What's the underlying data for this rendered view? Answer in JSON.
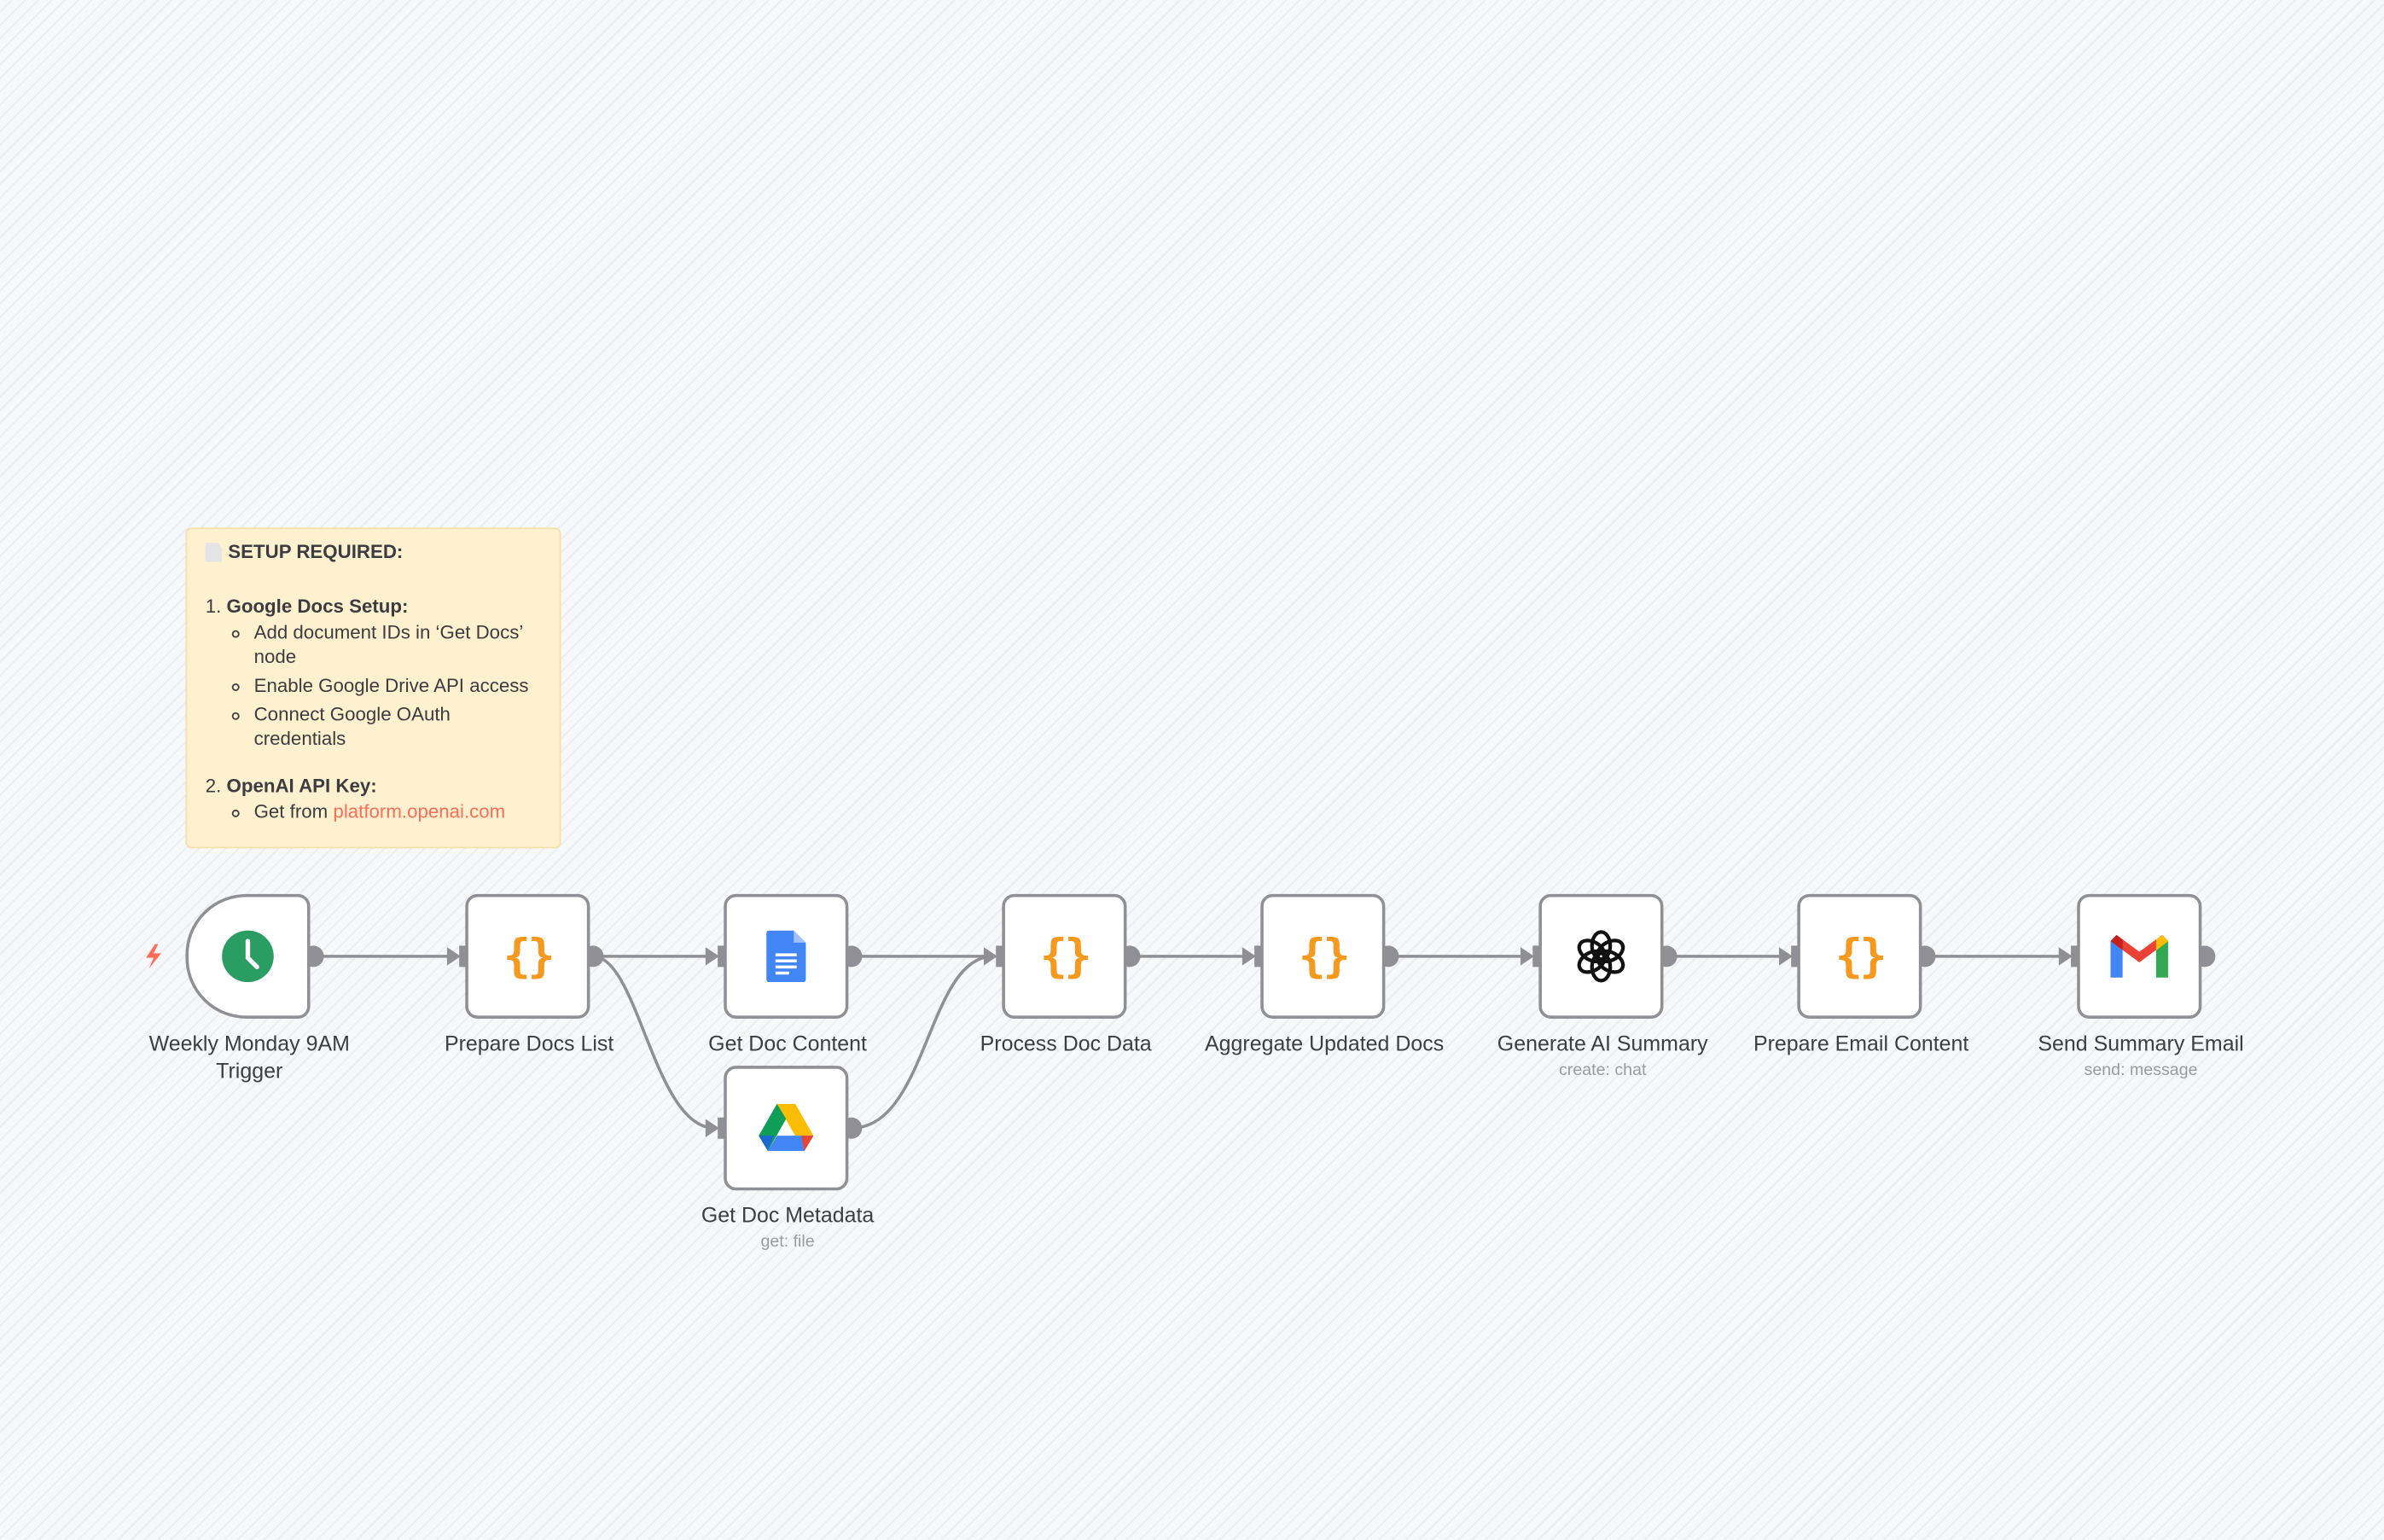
{
  "sticky_note": {
    "icon": "page-icon",
    "title": "SETUP REQUIRED:",
    "sections": [
      {
        "number": "1.",
        "heading": "Google Docs Setup:",
        "items": [
          "Add document IDs in ‘Get Docs’ node",
          "Enable Google Drive API access",
          "Connect Google OAuth credentials"
        ]
      },
      {
        "number": "2.",
        "heading": "OpenAI API Key:",
        "items_prefix": "Get from ",
        "link": "platform.openai.com"
      }
    ]
  },
  "nodes": [
    {
      "id": "trigger",
      "label": "Weekly Monday 9AM Trigger",
      "icon": "clock-icon",
      "color": "#2a9d62"
    },
    {
      "id": "prepare-docs-list",
      "label": "Prepare Docs List",
      "icon": "code-braces-icon",
      "color": "#f59a1f"
    },
    {
      "id": "get-doc-content",
      "label": "Get Doc Content",
      "icon": "google-docs-icon",
      "color": "#4285f4"
    },
    {
      "id": "get-doc-metadata",
      "label": "Get Doc Metadata",
      "subtitle": "get: file",
      "icon": "google-drive-icon"
    },
    {
      "id": "process-doc-data",
      "label": "Process Doc Data",
      "icon": "code-braces-icon"
    },
    {
      "id": "aggregate-updated-docs",
      "label": "Aggregate Updated Docs",
      "icon": "code-braces-icon"
    },
    {
      "id": "generate-ai-summary",
      "label": "Generate AI Summary",
      "subtitle": "create: chat",
      "icon": "openai-icon"
    },
    {
      "id": "prepare-email-content",
      "label": "Prepare Email Content",
      "icon": "code-braces-icon"
    },
    {
      "id": "send-summary-email",
      "label": "Send Summary Email",
      "subtitle": "send: message",
      "icon": "gmail-icon"
    }
  ],
  "connections": [
    [
      "trigger",
      "prepare-docs-list"
    ],
    [
      "prepare-docs-list",
      "get-doc-content"
    ],
    [
      "prepare-docs-list",
      "get-doc-metadata"
    ],
    [
      "get-doc-content",
      "process-doc-data"
    ],
    [
      "get-doc-metadata",
      "process-doc-data"
    ],
    [
      "process-doc-data",
      "aggregate-updated-docs"
    ],
    [
      "aggregate-updated-docs",
      "generate-ai-summary"
    ],
    [
      "generate-ai-summary",
      "prepare-email-content"
    ],
    [
      "prepare-email-content",
      "send-summary-email"
    ]
  ],
  "colors": {
    "edge": "#8f8f95",
    "trigger_bolt": "#ff6d5a",
    "sticky_bg": "#fdf1cf"
  }
}
